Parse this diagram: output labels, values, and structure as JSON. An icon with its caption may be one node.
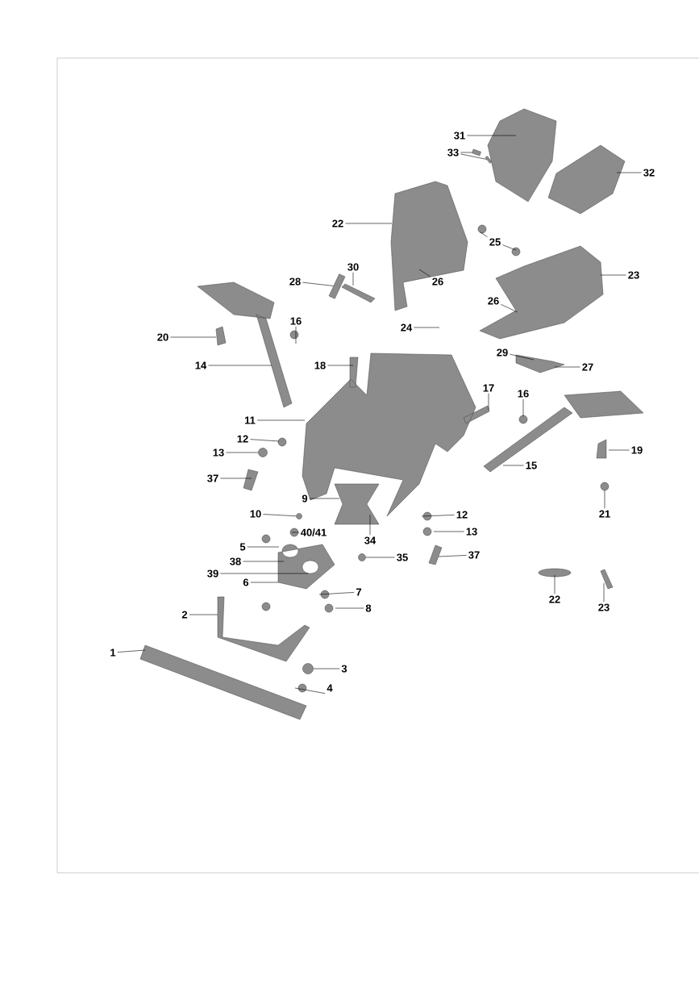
{
  "diagram": {
    "nodes": [
      {
        "text": [
          "31"
        ]
      },
      {
        "text": [
          "33"
        ]
      },
      {
        "text": [
          "32"
        ]
      },
      {
        "text": [
          "22"
        ]
      },
      {
        "text": [
          "25"
        ]
      },
      {
        "text": [
          "30"
        ]
      },
      {
        "text": [
          "28"
        ]
      },
      {
        "text": [
          "26"
        ]
      },
      {
        "text": [
          "23"
        ]
      },
      {
        "text": [
          "26"
        ]
      },
      {
        "text": [
          "16"
        ]
      },
      {
        "text": [
          "20"
        ]
      },
      {
        "text": [
          "24"
        ]
      },
      {
        "text": [
          "14"
        ]
      },
      {
        "text": [
          "18"
        ]
      },
      {
        "text": [
          "29"
        ]
      },
      {
        "text": [
          "27"
        ]
      },
      {
        "text": [
          "17"
        ]
      },
      {
        "text": [
          "16"
        ]
      },
      {
        "text": [
          "11"
        ]
      },
      {
        "text": [
          "12"
        ]
      },
      {
        "text": [
          "13"
        ]
      },
      {
        "text": [
          "19"
        ]
      },
      {
        "text": [
          "15"
        ]
      },
      {
        "text": [
          "37"
        ]
      },
      {
        "text": [
          "9"
        ]
      },
      {
        "text": [
          "10"
        ]
      },
      {
        "text": [
          "12"
        ]
      },
      {
        "text": [
          "21"
        ]
      },
      {
        "text": [
          "34"
        ]
      },
      {
        "text": [
          "40/41"
        ]
      },
      {
        "text": [
          "13"
        ]
      },
      {
        "text": [
          "5"
        ]
      },
      {
        "text": [
          "38"
        ]
      },
      {
        "text": [
          "35"
        ]
      },
      {
        "text": [
          "37"
        ]
      },
      {
        "text": [
          "39"
        ]
      },
      {
        "text": [
          "6"
        ]
      },
      {
        "text": [
          "22"
        ]
      },
      {
        "text": [
          "23"
        ]
      },
      {
        "text": [
          "7"
        ]
      },
      {
        "text": [
          "8"
        ]
      },
      {
        "text": [
          "2"
        ]
      },
      {
        "text": [
          "1"
        ]
      },
      {
        "text": [
          "3"
        ]
      },
      {
        "text": [
          "4"
        ]
      },
      {
        "text": [],
        "shape": "box"
      },
      {
        "text": [],
        "shape": "box"
      },
      {
        "text": [],
        "shape": "circle"
      },
      {
        "text": [],
        "shape": "circle"
      },
      {
        "text": [],
        "shape": "circle"
      },
      {
        "text": [],
        "shape": "circle"
      },
      {
        "text": [],
        "shape": "box"
      }
    ],
    "edges": [
      {
        "from": 0,
        "to": null,
        "arrow": "none"
      },
      {
        "from": 1,
        "to": 46,
        "arrow": "none"
      },
      {
        "from": 2,
        "to": null,
        "arrow": "none"
      },
      {
        "from": 3,
        "to": null,
        "arrow": "none"
      },
      {
        "from": 4,
        "to": null,
        "arrow": "none"
      },
      {
        "from": 4,
        "to": null,
        "arrow": "none"
      },
      {
        "from": 5,
        "to": null,
        "arrow": "none"
      },
      {
        "from": 6,
        "to": 47,
        "arrow": "none"
      },
      {
        "from": 7,
        "to": null,
        "arrow": "none"
      },
      {
        "from": 8,
        "to": null,
        "arrow": "none"
      },
      {
        "from": 9,
        "to": null,
        "arrow": "none"
      },
      {
        "from": 10,
        "to": null,
        "arrow": "none"
      },
      {
        "from": 11,
        "to": null,
        "arrow": "none"
      },
      {
        "from": 12,
        "to": null,
        "arrow": "none"
      },
      {
        "from": 13,
        "to": null,
        "arrow": "none"
      },
      {
        "from": 14,
        "to": null,
        "arrow": "none"
      },
      {
        "from": 15,
        "to": null,
        "arrow": "none"
      },
      {
        "from": 16,
        "to": null,
        "arrow": "none"
      },
      {
        "from": 17,
        "to": null,
        "arrow": "none"
      },
      {
        "from": 18,
        "to": null,
        "arrow": "none"
      },
      {
        "from": 19,
        "to": null,
        "arrow": "none"
      },
      {
        "from": 20,
        "to": null,
        "arrow": "none"
      },
      {
        "from": 21,
        "to": 48,
        "arrow": "none"
      },
      {
        "from": 22,
        "to": null,
        "arrow": "none"
      },
      {
        "from": 23,
        "to": null,
        "arrow": "none"
      },
      {
        "from": 24,
        "to": null,
        "arrow": "none"
      },
      {
        "from": 25,
        "to": null,
        "arrow": "none"
      },
      {
        "from": 26,
        "to": 49,
        "arrow": "none"
      },
      {
        "from": 27,
        "to": null,
        "arrow": "none"
      },
      {
        "from": 28,
        "to": null,
        "arrow": "none"
      },
      {
        "from": 29,
        "to": null,
        "arrow": "none"
      },
      {
        "from": 30,
        "to": null,
        "arrow": "none"
      },
      {
        "from": 31,
        "to": null,
        "arrow": "none"
      },
      {
        "from": 32,
        "to": null,
        "arrow": "none"
      },
      {
        "from": 33,
        "to": null,
        "arrow": "none"
      },
      {
        "from": 34,
        "to": 50,
        "arrow": "none"
      },
      {
        "from": 35,
        "to": null,
        "arrow": "none"
      },
      {
        "from": 36,
        "to": null,
        "arrow": "none"
      },
      {
        "from": 37,
        "to": null,
        "arrow": "none"
      },
      {
        "from": 38,
        "to": null,
        "arrow": "none"
      },
      {
        "from": 39,
        "to": null,
        "arrow": "none"
      },
      {
        "from": 40,
        "to": null,
        "arrow": "none"
      },
      {
        "from": 41,
        "to": null,
        "arrow": "none"
      },
      {
        "from": 42,
        "to": null,
        "arrow": "none"
      },
      {
        "from": 43,
        "to": null,
        "arrow": "none"
      },
      {
        "from": 44,
        "to": 51,
        "arrow": "none"
      },
      {
        "from": 45,
        "to": null,
        "arrow": "none"
      },
      {
        "from": 1,
        "to": 52,
        "arrow": "none"
      }
    ]
  }
}
